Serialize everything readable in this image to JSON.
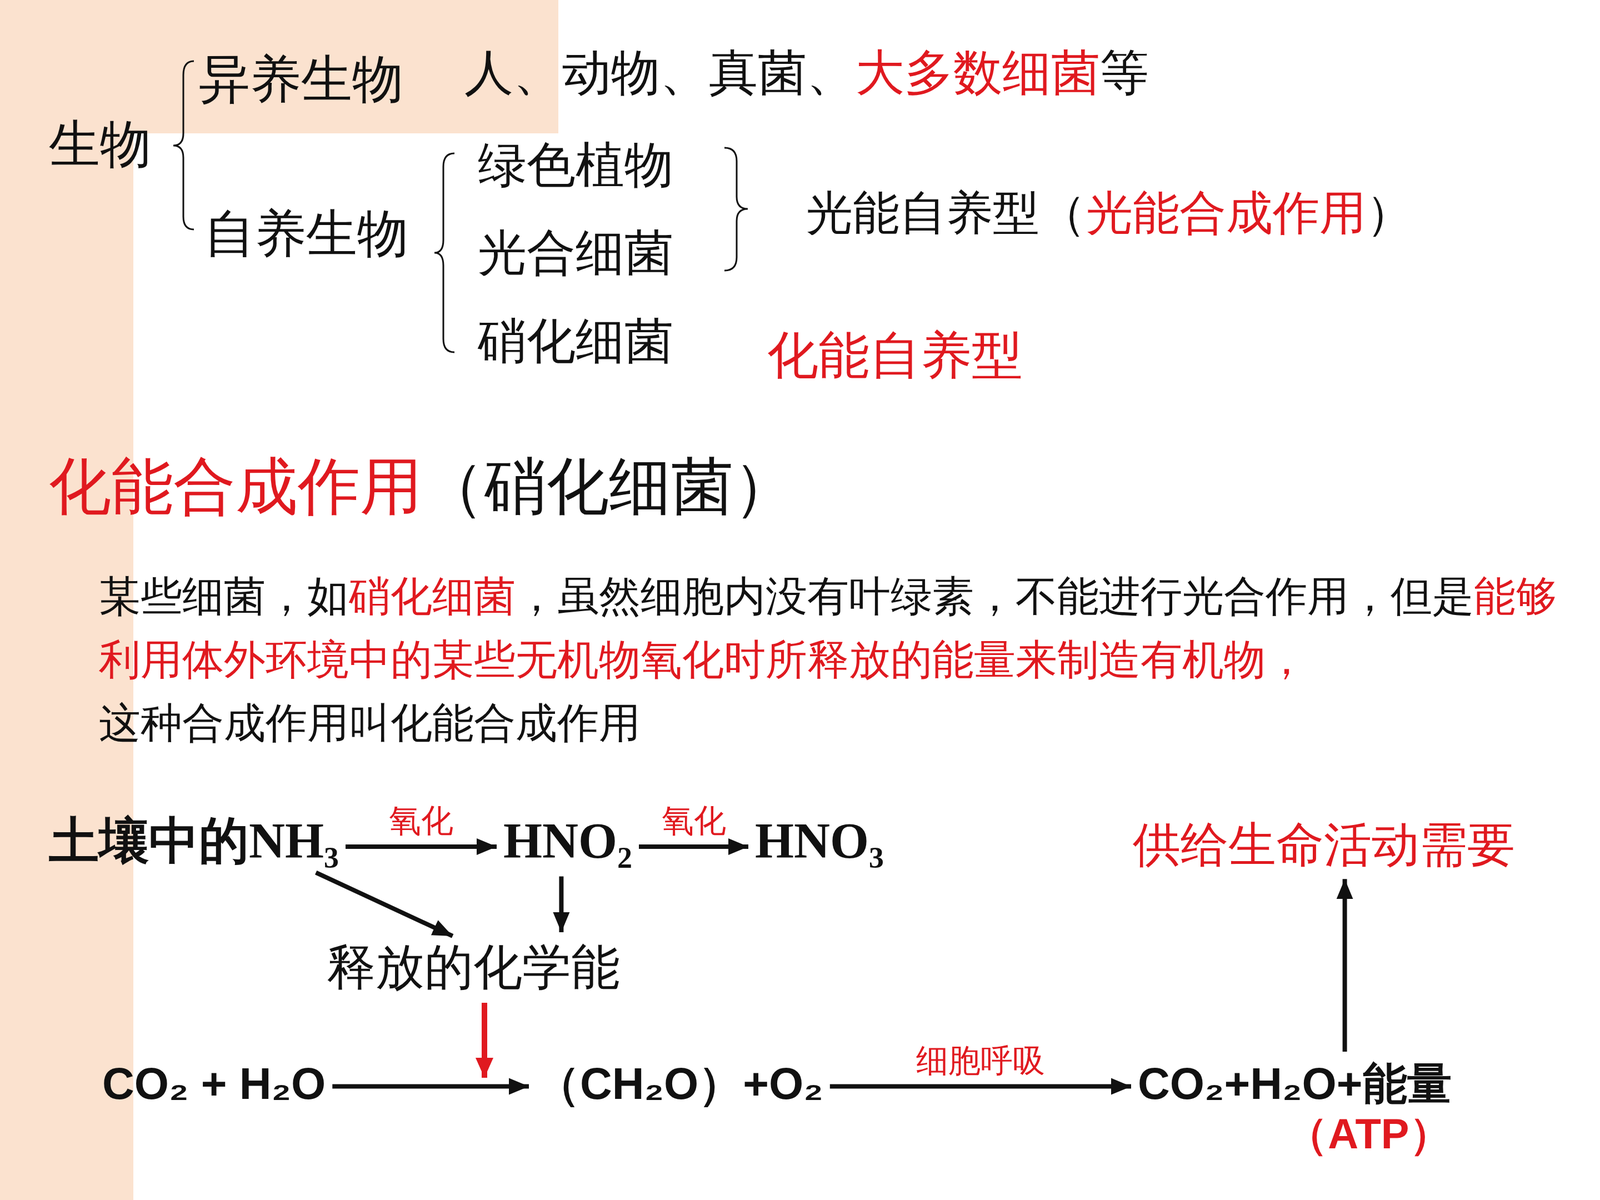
{
  "diagram": {
    "nodes": [
      {
        "text": [
          "土壤中的NH₃"
        ]
      },
      {
        "text": [
          "HNO₂"
        ]
      },
      {
        "text": [
          "HNO₃"
        ]
      },
      {
        "text": [
          "释放的化学能"
        ]
      },
      {
        "text": [
          "CO₂ + H₂O"
        ]
      },
      {
        "text": [
          "（CH₂O）+O₂"
        ]
      },
      {
        "text": [
          "CO₂+H₂O+能量",
          "（ATP）"
        ]
      },
      {
        "text": [
          "供给生命活动需要"
        ]
      }
    ],
    "edges": [
      {
        "from": 0,
        "to": 1,
        "arrow": "to",
        "label": "氧化"
      },
      {
        "from": 1,
        "to": 2,
        "arrow": "to",
        "label": "氧化"
      },
      {
        "from": 0,
        "to": 3,
        "arrow": "to"
      },
      {
        "from": 1,
        "to": 3,
        "arrow": "to"
      },
      {
        "from": 4,
        "to": 5,
        "arrow": "to"
      },
      {
        "from": 5,
        "to": 6,
        "arrow": "to",
        "label": "细胞呼吸"
      },
      {
        "from": 6,
        "to": 7,
        "arrow": "to"
      }
    ],
    "labels": [
      "生物",
      "异养生物",
      "人、动物、真菌、",
      "大多数细菌",
      "等",
      "自养生物",
      "绿色植物",
      "光合细菌",
      "硝化细菌",
      "光能自养型（",
      "光能合成作用",
      "）",
      "化能自养型",
      "化能合成作用",
      "（硝化细菌）",
      "某些细菌，如",
      "硝化细菌",
      "，虽然细胞内没有叶绿素，不能进行光合作用，但是",
      "能够利用体外环境中的某些无机物氧化时所释放的能量来制造有机物，",
      "这种合成作用叫化能合成作用"
    ]
  }
}
